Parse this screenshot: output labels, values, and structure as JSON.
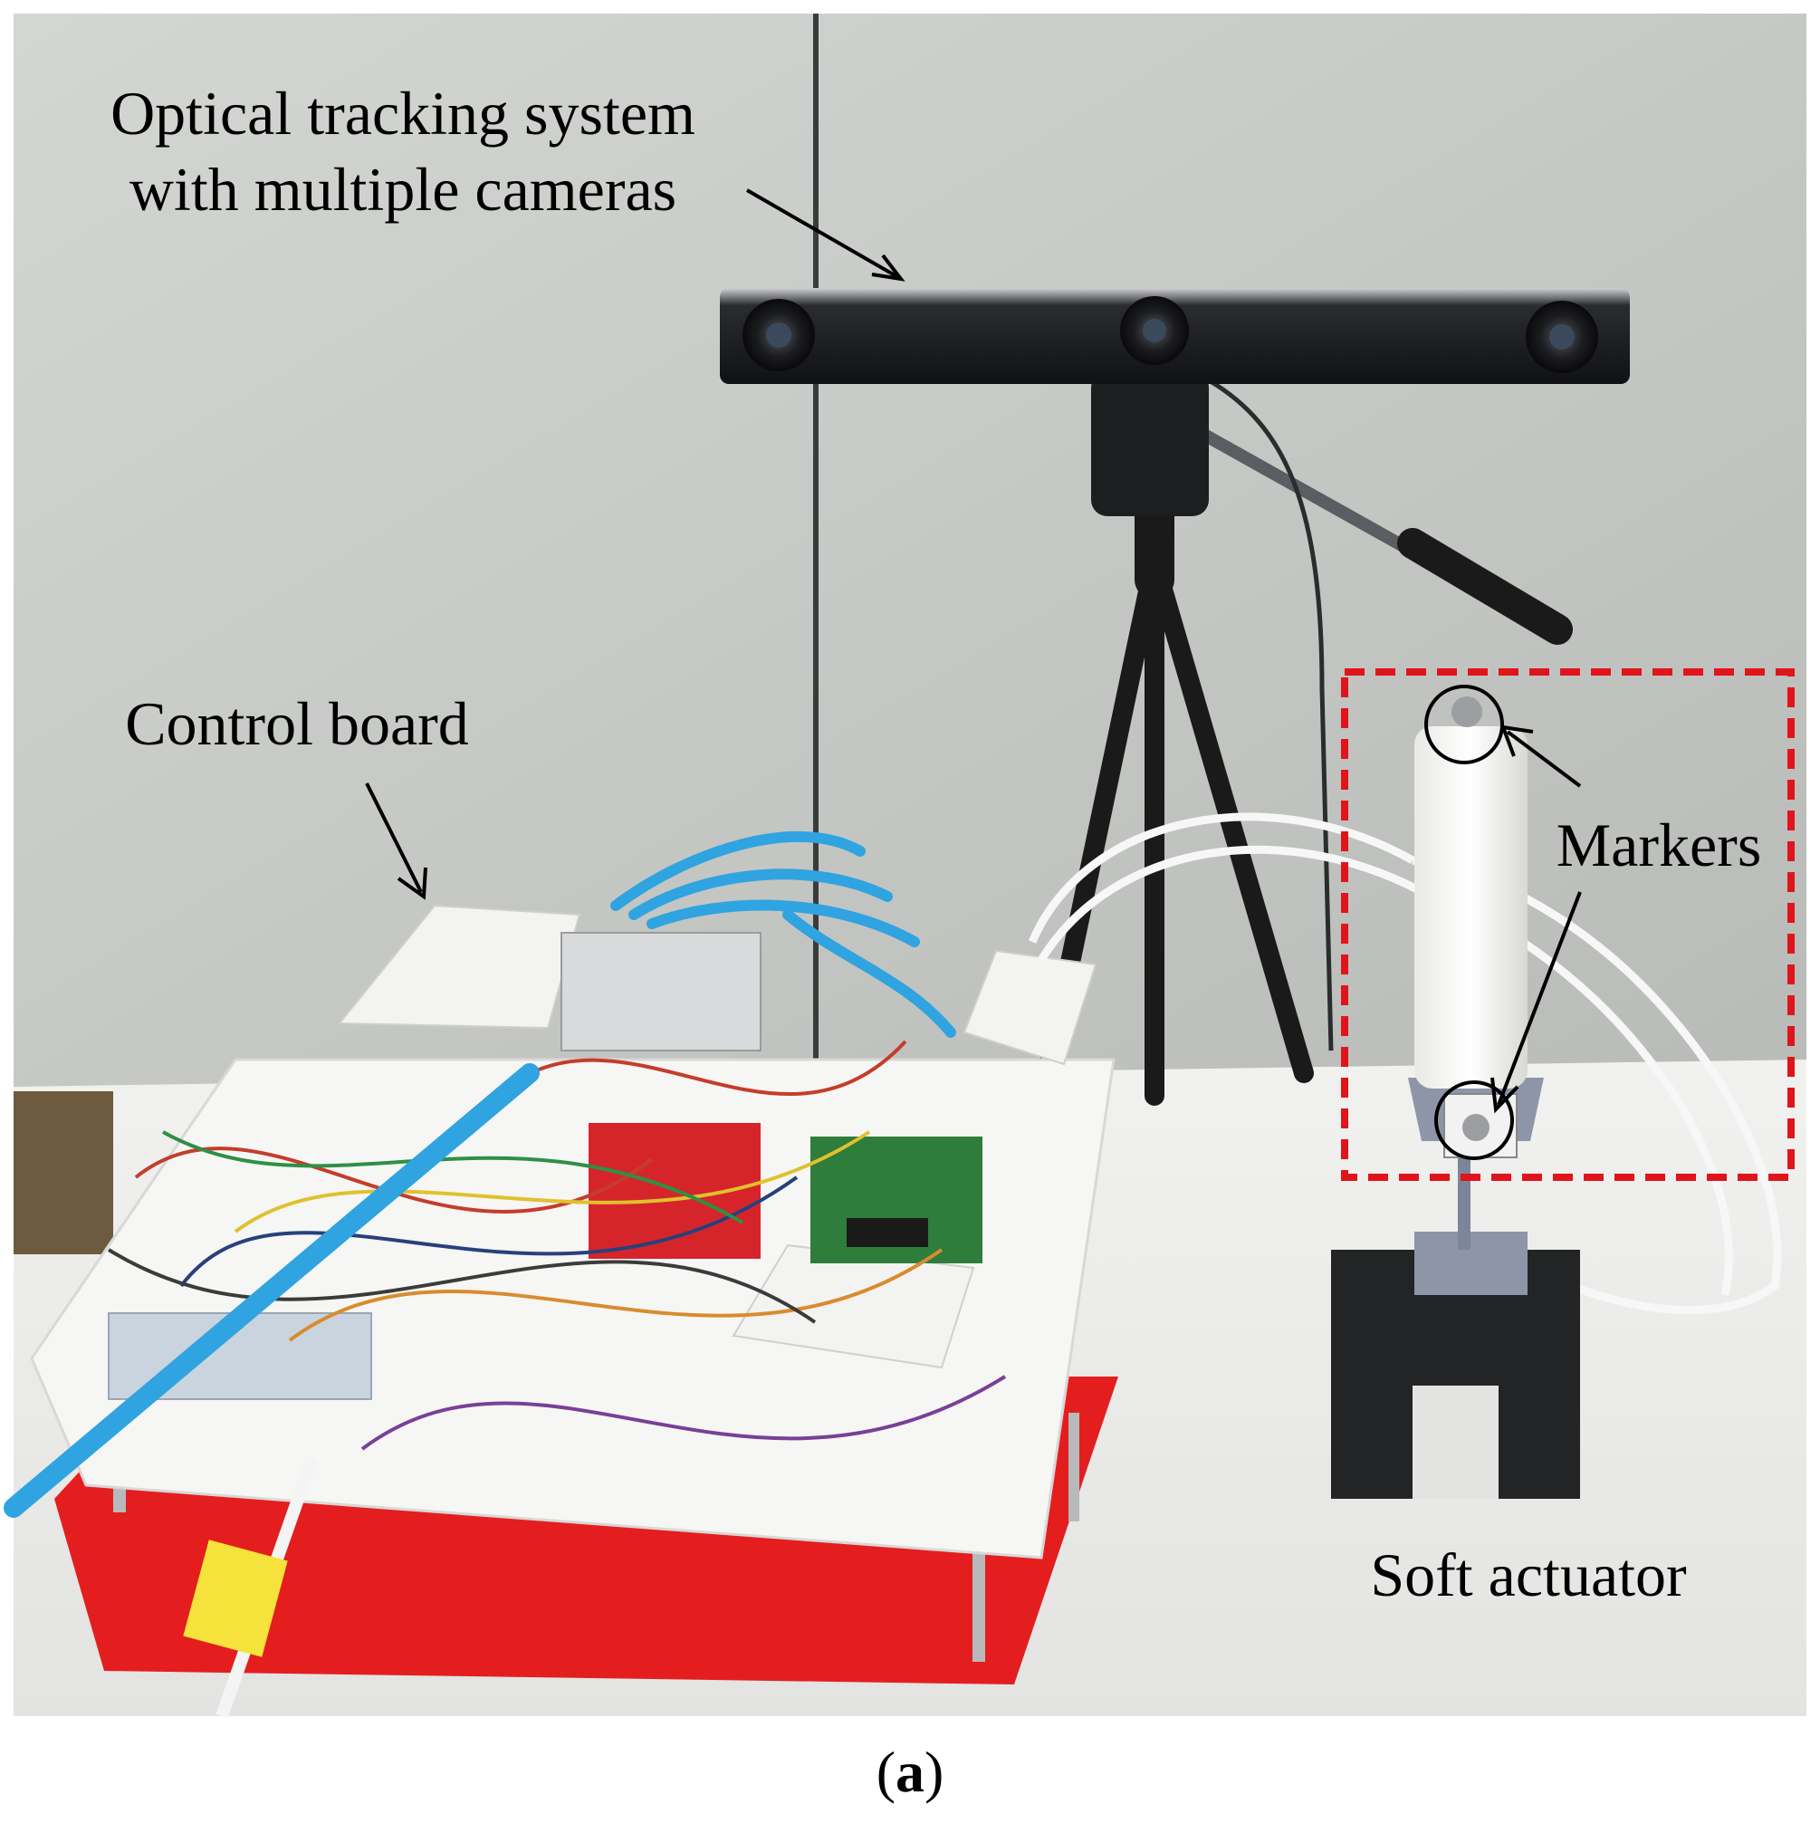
{
  "figure": {
    "annotations": {
      "optical_tracking_line1": "Optical tracking system",
      "optical_tracking_line2": "with multiple cameras",
      "control_board": "Control board",
      "markers": "Markers",
      "soft_actuator": "Soft actuator"
    },
    "caption_letter": "a",
    "caption_open": "(",
    "caption_close": ")",
    "colors": {
      "wall": "#c9cbc8",
      "table": "#eeeeec",
      "red_base": "#e41e1f",
      "highlight_box": "#e0141b",
      "blue_tube": "#2fa4e0",
      "tripod": "#1a1a1a"
    }
  }
}
